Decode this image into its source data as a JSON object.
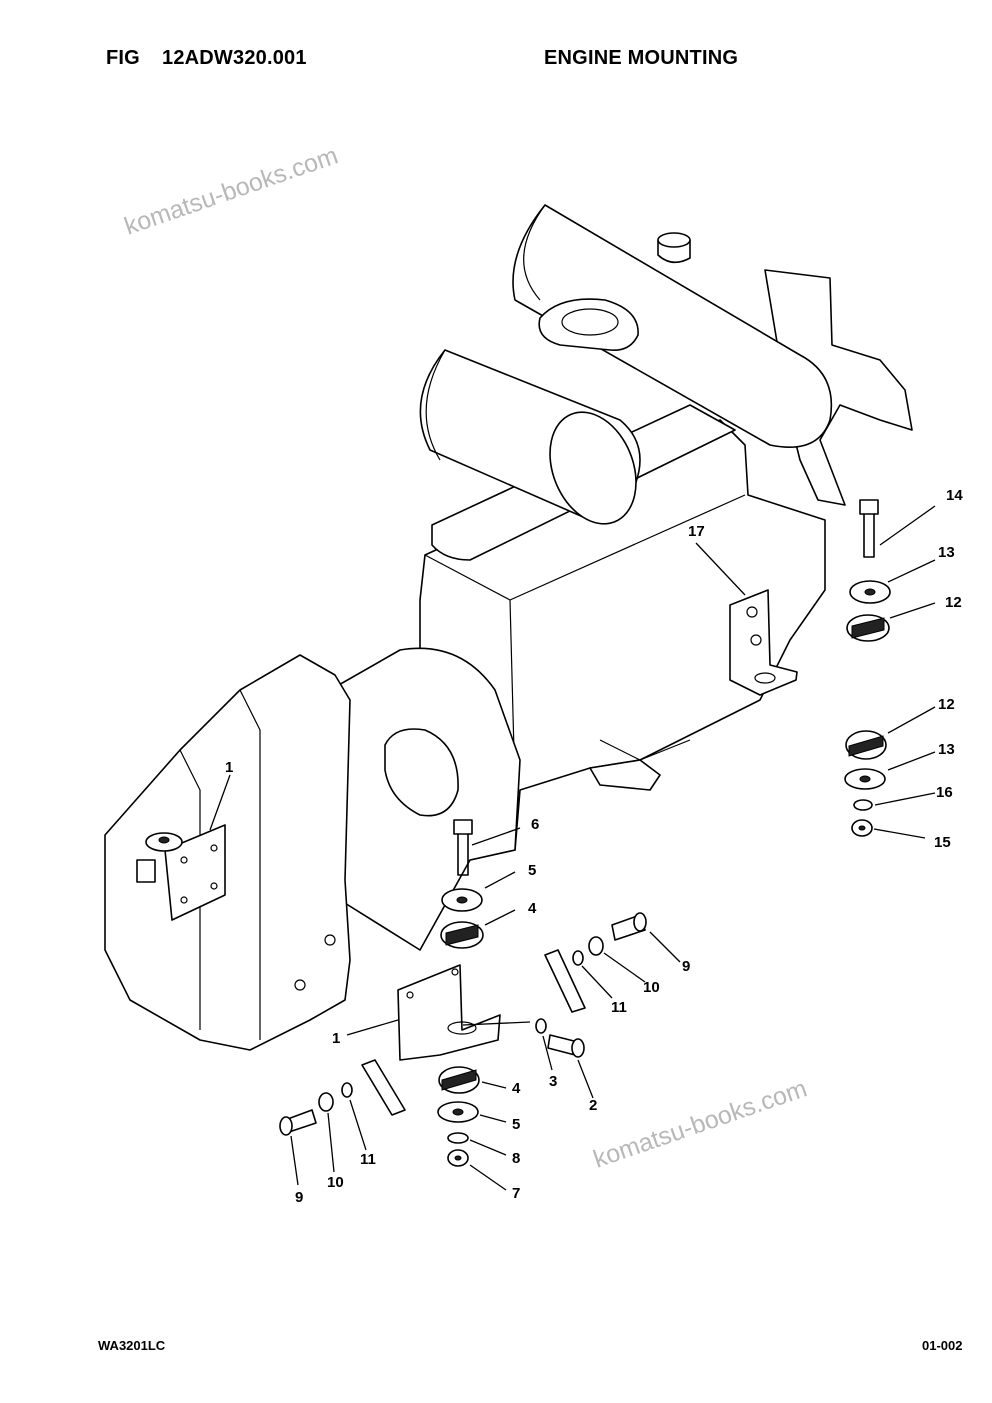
{
  "header": {
    "fig_label": "FIG",
    "fig_number": "12ADW320.001",
    "title": "ENGINE MOUNTING"
  },
  "footer": {
    "model_code": "WA3201LC",
    "page_number": "01-002"
  },
  "watermark": {
    "text": "komatsu-books.com",
    "color": "#b8b8b8"
  },
  "callouts": {
    "c1_upper": "1",
    "c1_lower": "1",
    "c2": "2",
    "c3": "3",
    "c4_upper": "4",
    "c4_lower": "4",
    "c5_upper": "5",
    "c5_lower": "5",
    "c6": "6",
    "c7": "7",
    "c8": "8",
    "c9_right": "9",
    "c9_left": "9",
    "c10_right": "10",
    "c10_left": "10",
    "c11_right": "11",
    "c11_left": "11",
    "c12_upper": "12",
    "c12_lower": "12",
    "c13_upper": "13",
    "c13_lower": "13",
    "c14": "14",
    "c15": "15",
    "c16": "16",
    "c17": "17"
  }
}
